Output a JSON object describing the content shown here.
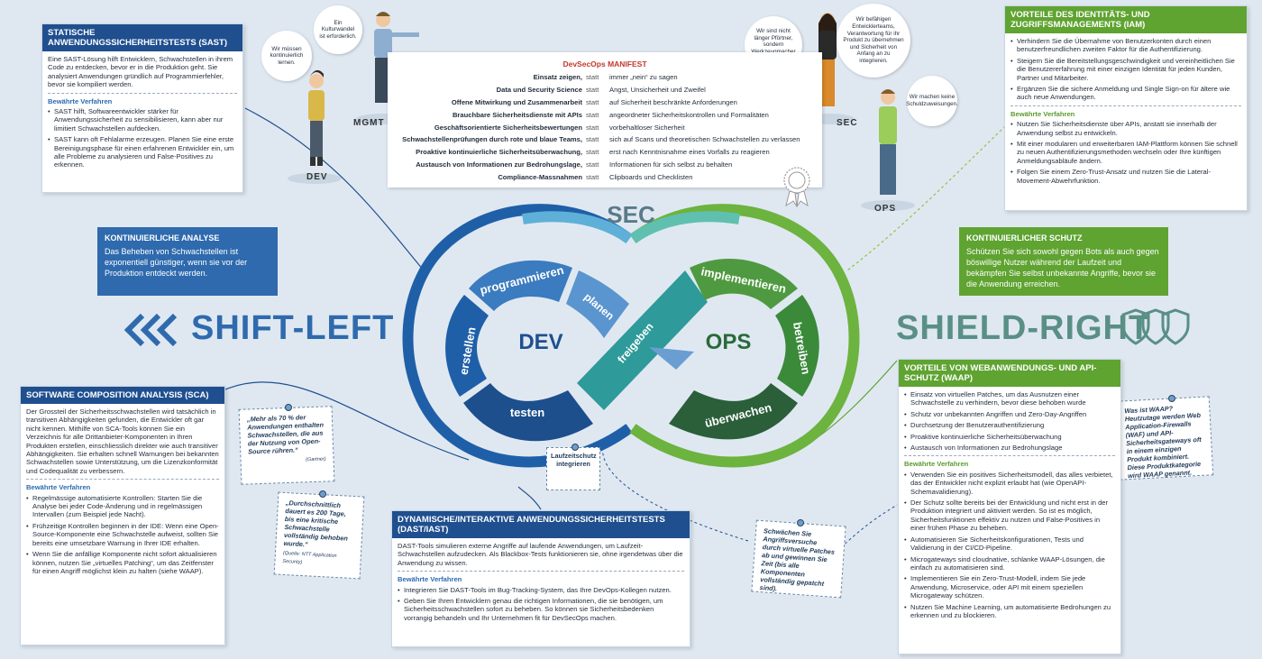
{
  "sast": {
    "title": "Statische Anwendungssicherheitstests (SAST)",
    "intro": "Eine SAST-Lösung hilft Entwicklern, Schwachstellen in ihrem Code zu entdecken, bevor er in die Produktion geht. Sie analysiert Anwendungen gründlich auf Programmierfehler, bevor sie kompiliert werden.",
    "practices_title": "Bewährte Verfahren",
    "items": [
      "SAST hilft, Softwareentwickler stärker für Anwendungssicherheit zu sensibilisieren, kann aber nur limitiert Schwachstellen aufdecken.",
      "SAST kann oft Fehlalarme erzeugen. Planen Sie eine erste Bereinigungsphase für einen erfahrenen Entwickler ein, um alle Probleme zu analysieren und False-Positives zu erkennen."
    ]
  },
  "people": {
    "bubble1": "Wir müssen kontinuierlich lernen.",
    "bubble2": "Ein Kulturwandel ist erforderlich.",
    "bubble3": "Wir sind nicht länger Pförtner, sondern Werkzeugmacher und Berater.",
    "bubble4": "Wir befähigen Entwicklerteams, Verantwortung für ihr Produkt zu übernehmen und Sicherheit von Anfang an zu integrieren.",
    "bubble5": "Wir machen keine Schuldzuweisungen.",
    "mgmt": "MGMT",
    "dev": "DEV",
    "sec": "SEC",
    "ops": "OPS"
  },
  "manifest": {
    "title": "DevSecOps MANIFEST",
    "statt": "statt",
    "rows": [
      {
        "a": "Einsatz zeigen,",
        "b": "immer „nein“ zu sagen"
      },
      {
        "a": "Data und Security Science",
        "b": "Angst, Unsicherheit und Zweifel"
      },
      {
        "a": "Offene Mitwirkung und Zusammenarbeit",
        "b": "auf Sicherheit beschränkte Anforderungen"
      },
      {
        "a": "Brauchbare Sicherheitsdienste mit APIs",
        "b": "angeordneter Sicherheitskontrollen und Formalitäten"
      },
      {
        "a": "Geschäftsorientierte Sicherheitsbewertungen",
        "b": "vorbehaltloser Sicherheit"
      },
      {
        "a": "Schwachstellenprüfungen durch rote und blaue Teams,",
        "b": "sich auf Scans und theoretischen Schwachstellen zu verlassen"
      },
      {
        "a": "Proaktive kontinuierliche Sicherheitsüberwachung,",
        "b": "erst nach Kenntnisnahme eines Vorfalls zu reagieren"
      },
      {
        "a": "Austausch von Informationen zur Bedrohungslage,",
        "b": "Informationen für sich selbst zu behalten"
      },
      {
        "a": "Compliance-Massnahmen",
        "b": "Clipboards und Checklisten"
      }
    ]
  },
  "iam": {
    "title": "Vorteile des Identitäts- und Zugriffsmanagements (IAM)",
    "items": [
      "Verhindern Sie die Übernahme von Benutzerkonten durch einen benutzerfreundlichen zweiten Faktor für die Authentifizierung.",
      "Steigern Sie die Bereitstellungsgeschwindigkeit und vereinheitlichen Sie die Benutzererfahrung mit einer einzigen Identität für jeden Kunden, Partner und Mitarbeiter.",
      "Ergänzen Sie die sichere Anmeldung und Single Sign-on für ältere wie auch neue Anwendungen."
    ],
    "practices_title": "Bewährte Verfahren",
    "practices": [
      "Nutzen Sie Sicherheitsdienste über APIs, anstatt sie innerhalb der Anwendung selbst zu entwickeln.",
      "Mit einer modularen und erweiterbaren IAM-Plattform können Sie schnell zu neuen Authentifizierungsmethoden wechseln oder Ihre künftigen Anmeldungsabläufe ändern.",
      "Folgen Sie einem Zero-Trust-Ansatz und nutzen Sie die Lateral-Movement-Abwehrfunktion."
    ]
  },
  "analysis": {
    "title": "Kontinuierliche Analyse",
    "text": "Das Beheben von Schwachstellen ist exponentiell günstiger, wenn sie vor der Produktion entdeckt werden."
  },
  "protection": {
    "title": "Kontinuierlicher Schutz",
    "text": "Schützen Sie sich sowohl gegen Bots als auch gegen böswillige Nutzer während der Laufzeit und bekämpfen Sie selbst unbekannte Angriffe, bevor sie die Anwendung erreichen."
  },
  "shift_left": "SHIFT-LEFT",
  "shield_right": "SHIELD-RIGHT",
  "loop": {
    "sec": "SEC",
    "dev": "DEV",
    "ops": "OPS",
    "programmieren": "programmieren",
    "planen": "planen",
    "erstellen": "erstellen",
    "testen": "testen",
    "freigeben": "freigeben",
    "implementieren": "implementieren",
    "betreiben": "betreiben",
    "ueberwachen": "überwachen"
  },
  "laufzeit": "Laufzeitschutz integrieren",
  "sca": {
    "title": "Software Composition Analysis (SCA)",
    "intro": "Der Grossteil der Sicherheitsschwachstellen wird tatsächlich in transitiven Abhängigkeiten gefunden, die Entwickler oft gar nicht kennen. Mithilfe von SCA-Tools können Sie ein Verzeichnis für alle Drittanbieter-Komponenten in Ihren Produkten erstellen, einschliesslich direkter wie auch transitiver Abhängigkeiten. Sie erhalten schnell Warnungen bei bekannten Schwachstellen sowie Unterstützung, um die Lizenzkonformität und Codequalität zu verbessern.",
    "practices_title": "Bewährte Verfahren",
    "items": [
      "Regelmässige automatisierte Kontrollen: Starten Sie die Analyse bei jeder Code-Änderung und in regelmässigen Intervallen (zum Beispiel jede Nacht).",
      "Frühzeitige Kontrollen beginnen in der IDE: Wenn eine Open-Source-Komponente eine Schwachstelle aufweist, sollten Sie bereits eine umsetzbare Warnung in Ihrer IDE erhalten.",
      "Wenn Sie die anfällige Komponente nicht sofort aktualisieren können, nutzen Sie „virtuelles Patching“, um das Zeitfenster für einen Angriff möglichst klein zu halten (siehe WAAP)."
    ]
  },
  "note1": {
    "text": "„Mehr als 70 % der Anwendungen enthalten Schwachstellen, die aus der Nutzung von Open-Source rühren.“",
    "src": "(Gartner)"
  },
  "note2": {
    "text": "„Durchschnittlich dauert es 200 Tage, bis eine kritische Schwachstelle vollständig behoben wurde.“",
    "src": "(Quelle: NTT Application Security)"
  },
  "note3": {
    "text": "Schwächen Sie Angriffsversuche durch virtuelle Patches ab und gewinnen Sie Zeit (bis alle Komponenten vollständig gepatcht sind)."
  },
  "note4": {
    "text": "Was ist WAAP? Heutzutage werden Web Application-Firewalls (WAF) und API-Sicherheitsgateways oft in einem einzigen Produkt kombiniert. Diese Produktkategorie wird WAAP genannt."
  },
  "dast": {
    "title": "Dynamische/Interaktive Anwendungssicherheitstests (DAST/IAST)",
    "intro": "DAST-Tools simulieren externe Angriffe auf laufende Anwendungen, um Laufzeit-Schwachstellen aufzudecken. Als Blackbox-Tests funktionieren sie, ohne irgendetwas über die Anwendung zu wissen.",
    "practices_title": "Bewährte Verfahren",
    "items": [
      "Integrieren Sie DAST-Tools im Bug-Tracking-System, das Ihre DevOps-Kollegen nutzen.",
      "Geben Sie Ihren Entwicklern genau die richtigen Informationen, die sie benötigen, um Sicherheitsschwachstellen sofort zu beheben. So können sie Sicherheitsbedenken vorrangig behandeln und Ihr Unternehmen fit für DevSecOps machen."
    ]
  },
  "waap": {
    "title": "Vorteile von Webanwendungs- und API-Schutz (WAAP)",
    "items": [
      "Einsatz von virtuellen Patches, um das Ausnutzen einer Schwachstelle zu verhindern, bevor diese behoben wurde",
      "Schutz vor unbekannten Angriffen und Zero-Day-Angriffen",
      "Durchsetzung der Benutzerauthentifizierung",
      "Proaktive kontinuierliche Sicherheitsüberwachung",
      "Austausch von Informationen zur Bedrohungslage"
    ],
    "practices_title": "Bewährte Verfahren",
    "practices": [
      "Verwenden Sie ein positives Sicherheitsmodell, das alles verbietet, das der Entwickler nicht explizit erlaubt hat (wie OpenAPI-Schemavalidierung).",
      "Der Schutz sollte bereits bei der Entwicklung und nicht erst in der Produktion integriert und aktiviert werden. So ist es möglich, Sicherheitsfunktionen effektiv zu nutzen und False-Positives in einer frühen Phase zu beheben.",
      "Automatisieren Sie Sicherheitskonfigurationen, Tests und Validierung in der CI/CD-Pipeline.",
      "Microgateways sind cloudnative, schlanke WAAP-Lösungen, die einfach zu automatisieren sind.",
      "Implementieren Sie ein Zero-Trust-Modell, indem Sie jede Anwendung, Microservice, oder API mit einem speziellen Microgateway schützen.",
      "Nutzen Sie Machine Learning, um automatisierte Bedrohungen zu erkennen und zu blockieren."
    ]
  }
}
